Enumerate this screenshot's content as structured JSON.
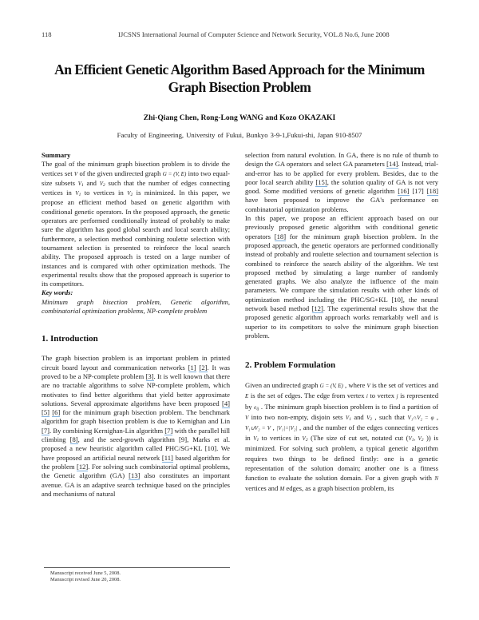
{
  "running_head": {
    "page_number": "118",
    "journal": "IJCSNS International Journal of Computer Science and Network Security, VOL.8 No.6, June 2008"
  },
  "title": {
    "line1": "An Efficient Genetic Algorithm Based Approach for the Minimum",
    "line2": "Graph Bisection Problem"
  },
  "authors": "Zhi-Qiang Chen,  Rong-Long WANG and Kozo OKAZAKI",
  "affiliation": "Faculty of Engineering,  University of Fukui, Bunkyo 3-9-1,Fukui-shi, Japan     910-8507",
  "summary": {
    "heading": "Summary",
    "p1_a": "The goal of the minimum graph bisection problem is to divide the vertices set ",
    "p1_V": "V",
    "p1_b": " of the given undirected graph ",
    "p1_G": "G = (V, E)",
    "p1_c": " into two equal-size subsets ",
    "p1_d": " and ",
    "p1_e": " such that the number of edges connecting vertices in ",
    "p1_f": " to vertices in ",
    "p1_g": " is minimized. In this paper, we propose an efficient method based on genetic algorithm with conditional genetic operators. In the proposed approach, the genetic operators are performed conditionally instead of probably to make sure the algorithm has good global search and local search ability; furthermore, a selection method combining roulette selection with tournament selection is presented to reinforce the local search ability. The proposed approach is tested on a large number of instances and is compared with other optimization methods. The experimental results show that the proposed approach is superior to its competitors."
  },
  "keywords": {
    "heading": "Key words:",
    "text": "Minimum graph bisection problem, Genetic algorithm, combinatorial optimization problems, NP-complete problem"
  },
  "intro": {
    "heading": "1. Introduction",
    "t1": "The graph bisection problem is an important problem in printed circuit board layout and communication networks ",
    "c1": "[1]",
    "c2": "[2]",
    "t2": ". It was proved to be a NP-complete problem ",
    "c3": "[3]",
    "t3": ". It is well known that there are no tractable algorithms to solve NP-complete problem, which motivates to find better algorithms that yield better approximate solutions. Several approximate algorithms have been proposed ",
    "c4": "[4]",
    "c5": "[5]",
    "c6": "[6]",
    "t4": " for the minimum graph bisection problem. The benchmark algorithm for graph bisection problem is due to Kernighan and Lin ",
    "c7": "[7]",
    "t5": ". By combining Kernighan-Lin algorithm ",
    "c7b": "[7]",
    "t6": " with the parallel hill climbing ",
    "c8": "[8]",
    "t7": ", and the seed-growth algorithm [9], Marks et al. proposed a new heuristic algorithm called PHC/SG+KL [10]. We have proposed an artificial neural network ",
    "c11": "[11]",
    "t8": " based algorithm for the problem ",
    "c12": "[12]",
    "t9": ". For solving such combinatorial optimal problems, the Genetic algorithm (GA) ",
    "c13": "[13]",
    "t10": " also constitutes an important avenue. GA is an adaptive search technique based on the principles and mechanisms of natural",
    "r1": "selection from natural evolution. In GA, there is no rule of thumb to design the GA operators  and select GA parameters ",
    "c14": "[14]",
    "r2": ". Instead, trial-and-error has to be applied for every problem. Besides, due to the poor local search ability ",
    "c15": "[15]",
    "r3": ", the solution quality of GA is not very good. Some modified versions of genetic algorithm ",
    "c16": "[16]",
    "r4": " [17] ",
    "c18": "[18]",
    "r5": " have been proposed to improve the GA's performance on combinatorial optimization problems.",
    "p2a": "In this paper, we propose an efficient approach based on our previously proposed genetic algorithm with conditional genetic operators ",
    "c18b": "[18]",
    "p2b": " for the minimum graph bisection problem. In the proposed approach, the genetic operators are performed conditionally instead of probably and roulette selection and tournament selection is combined to reinforce the search ability of the algorithm. We test proposed method by simulating a large number of randomly generated graphs. We also analyze the influence of the main parameters. We compare the simulation results with other kinds of optimization method including the PHC/SG+KL [10], the neural network based method ",
    "c12b": "[12]",
    "p2c": ". The experimental results show that the proposed genetic algorithm approach works remarkably well and is superior to its competitors to solve the minimum graph bisection problem."
  },
  "formulation": {
    "heading": "2. Problem Formulation",
    "a": "Given an undirected graph ",
    "G": "G = (V, E)",
    "b": " , where ",
    "V": "V",
    "c": "  is the set of vertices and ",
    "E": "E",
    "d": "  is the set of edges. The edge from vertex ",
    "i": "i",
    "e": " to vertex ",
    "j": "j",
    "f": "  is represented by ",
    "eij": "e",
    "eij_sub": "ij",
    "g": " . The minimum  graph bisection problem is to find a partition of ",
    "h": "  into two non-empty, disjoin sets ",
    "and": "  and  ",
    "k": " ,  such  that ",
    "inter": "V₁∩V₂ = φ",
    "union": "V₁∪V₂ = V",
    "card": "|V₁|=|V₂|",
    "l": " ,  and  the  number  of  the  edges connecting vertices in ",
    "m": " to vertices in ",
    "n": " (The size of cut set, notated cut (",
    "o": " )) is minimized. For solving such problem, a typical genetic algorithm requires two things to be defined firstly: one is a genetic representation of the solution domain; another one is a fitness function to evaluate the solution domain. For a given graph with ",
    "N": "N",
    "p": " vertices and ",
    "M": "M",
    "q": "  edges, as a graph bisection problem, its"
  },
  "symbols": {
    "V": "V",
    "sub1": "1",
    "sub2": "2"
  },
  "footnotes": {
    "received": "Manuscript received June 5, 2008.",
    "revised": "Manuscript revised June 20, 2008."
  }
}
